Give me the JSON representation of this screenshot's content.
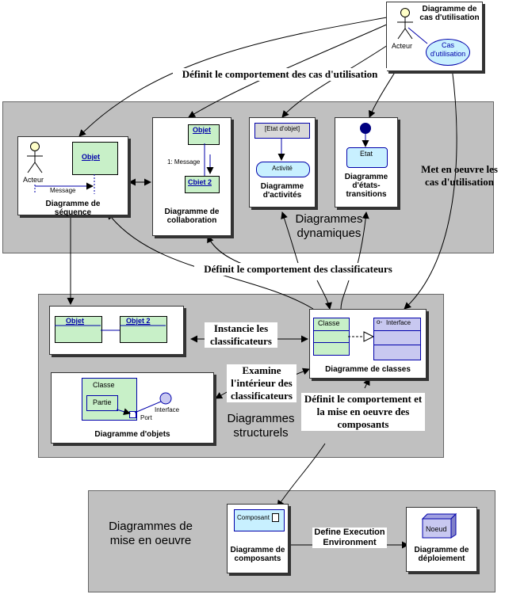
{
  "use_case": {
    "title": "Diagramme de cas d'utilisation",
    "actor": "Acteur",
    "use_case": "Cas d'utilisation"
  },
  "labels": {
    "defines_use_case_behavior": "Définit le comportement des cas d'utilisation",
    "implements_use_cases": "Met en oeuvre les cas d'utilisation",
    "defines_classifier_behavior": "Définit le comportement des classificateurs",
    "instantiates_classifiers": "Instancie les classificateurs",
    "examines_classifier_interior": "Examine l'intérieur des classificateurs",
    "defines_component_behavior": "Définit le comportement et la mise en oeuvre des composants",
    "define_execution_environment": "Define Execution Environment"
  },
  "dynamic": {
    "panel_title": "Diagrammes dynamiques",
    "sequence": {
      "caption": "Diagramme de séquence",
      "actor": "Acteur",
      "object": "Objet",
      "message": "Message"
    },
    "collaboration": {
      "caption": "Diagramme de collaboration",
      "object1": "Objet",
      "object2": "Cbiet 2",
      "message": "1: Message"
    },
    "activity": {
      "caption": "Diagramme d'activités",
      "object_state": "[Etat d'objet]",
      "activity": "Activité"
    },
    "state": {
      "caption": "Diagramme d'états-transitions",
      "state": "Etat"
    }
  },
  "structural": {
    "panel_title": "Diagrammes structurels",
    "object_diagram": {
      "object1": "Objet",
      "object2": "Objet 2"
    },
    "composite": {
      "caption": "Diagramme d'objets",
      "class": "Classe",
      "part": "Partie",
      "port": "Port",
      "interface": "Interface"
    },
    "class_diagram": {
      "caption": "Diagramme de classes",
      "class": "Classe",
      "interface": "Interface"
    }
  },
  "implementation": {
    "panel_title": "Diagrammes de mise en oeuvre",
    "component": {
      "caption": "Diagramme de composants",
      "name": "Composant"
    },
    "deployment": {
      "caption": "Diagramme de déploiement",
      "node": "Noeud"
    }
  }
}
